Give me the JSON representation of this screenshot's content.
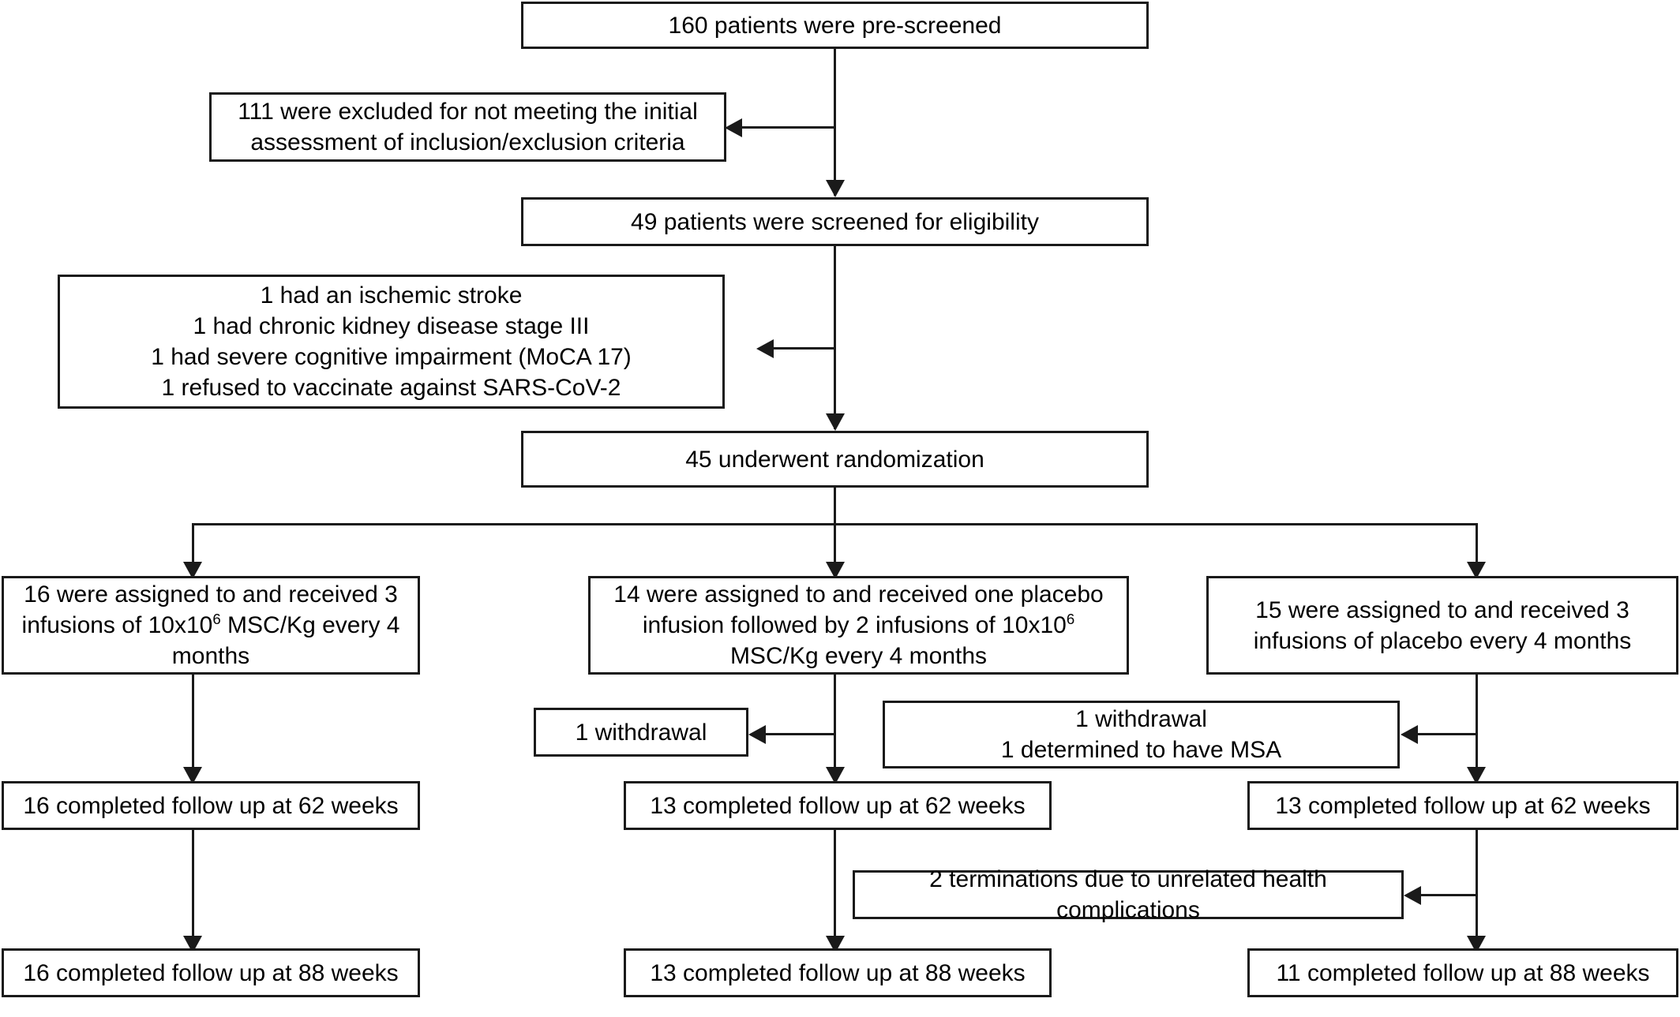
{
  "diagram": {
    "type": "consort-flow-diagram",
    "boxes": {
      "prescreened": "160 patients were pre-screened",
      "excluded_initial_line1": "111 were excluded for not meeting the initial",
      "excluded_initial_line2": "assessment of inclusion/exclusion criteria",
      "screened": "49 patients were screened for eligibility",
      "excluded_detail_line1": "1 had an ischemic stroke",
      "excluded_detail_line2": "1 had chronic kidney disease stage III",
      "excluded_detail_line3": "1 had severe cognitive impairment (MoCA 17)",
      "excluded_detail_line4": "1 refused to vaccinate against SARS-CoV-2",
      "randomized": "45 underwent randomization",
      "arm_msc_line1": "16 were assigned to and received 3",
      "arm_msc_line2_pre": "infusions of 10x10",
      "arm_msc_line2_sup": "6",
      "arm_msc_line2_post": " MSC/Kg every 4",
      "arm_msc_line3": "months",
      "arm_mixed_line1": "14 were assigned to and received one placebo",
      "arm_mixed_line2_pre": "infusion followed by 2 infusions of 10x10",
      "arm_mixed_line2_sup": "6",
      "arm_mixed_line2_post": "",
      "arm_mixed_line3": "MSC/Kg every 4 months",
      "arm_placebo_line1": "15 were assigned to and received 3",
      "arm_placebo_line2": "infusions of placebo every 4 months",
      "withdrawal_mid": "1 withdrawal",
      "withdrawal_right_line1": "1 withdrawal",
      "withdrawal_right_line2": "1 determined to have MSA",
      "followup62_msc": "16 completed follow up at 62 weeks",
      "followup62_mixed": "13 completed follow up at 62 weeks",
      "followup62_placebo": "13 completed follow up at 62 weeks",
      "terminations": "2 terminations due to unrelated health complications",
      "followup88_msc": "16 completed follow up at 88 weeks",
      "followup88_mixed": "13 completed follow up at 88 weeks",
      "followup88_placebo": "11 completed follow up at 88 weeks"
    },
    "colors": {
      "stroke": "#1a1a1a",
      "background": "#ffffff",
      "text": "#000000"
    }
  }
}
